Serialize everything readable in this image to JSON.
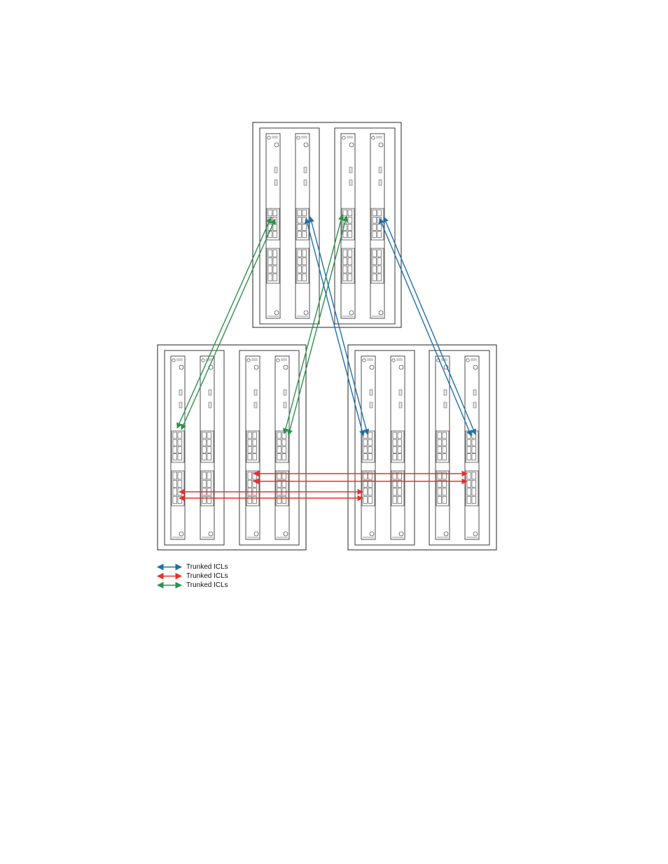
{
  "colors": {
    "blue": "#1f6fa8",
    "red": "#e8302a",
    "green": "#2f8f4e",
    "outline": "#222222",
    "slot_fill": "#f4f4f4"
  },
  "legend": [
    {
      "label": "Trunked ICLs",
      "color": "#1f6fa8"
    },
    {
      "label": "Trunked ICLs",
      "color": "#e8302a"
    },
    {
      "label": "Trunked ICLs",
      "color": "#2f8f4e"
    }
  ]
}
